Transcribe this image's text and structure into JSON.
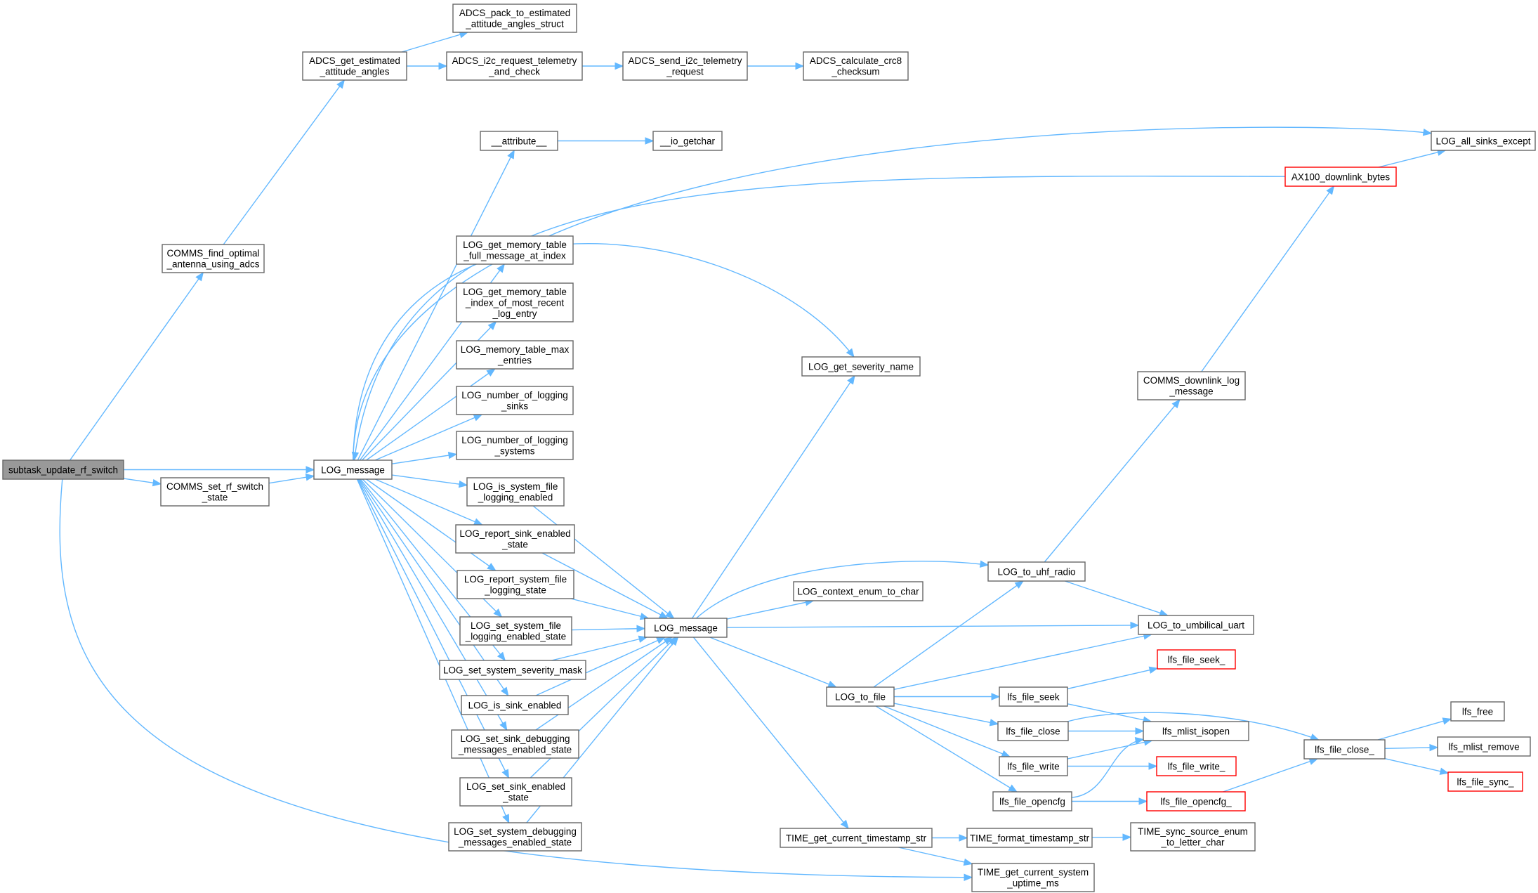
{
  "colors": {
    "edge": "#63b8ff",
    "node_border": "#666666",
    "root_fill": "#999999",
    "truncated_border": "#ff0000"
  },
  "nodes": [
    {
      "id": "n_subtask",
      "label": [
        "subtask_update_rf_switch"
      ],
      "style": "root"
    },
    {
      "id": "n_comms_find",
      "label": [
        "COMMS_find_optimal",
        "_antenna_using_adcs"
      ]
    },
    {
      "id": "n_comms_set",
      "label": [
        "COMMS_set_rf_switch",
        "_state"
      ]
    },
    {
      "id": "n_log_message_1",
      "label": [
        "LOG_message"
      ]
    },
    {
      "id": "n_adcs_get",
      "label": [
        "ADCS_get_estimated",
        "_attitude_angles"
      ]
    },
    {
      "id": "n_adcs_pack",
      "label": [
        "ADCS_pack_to_estimated",
        "_attitude_angles_struct"
      ]
    },
    {
      "id": "n_adcs_i2c",
      "label": [
        "ADCS_i2c_request_telemetry",
        "_and_check"
      ]
    },
    {
      "id": "n_adcs_send",
      "label": [
        "ADCS_send_i2c_telemetry",
        "_request"
      ]
    },
    {
      "id": "n_adcs_crc",
      "label": [
        "ADCS_calculate_crc8",
        "_checksum"
      ]
    },
    {
      "id": "n_attribute",
      "label": [
        "__attribute__"
      ]
    },
    {
      "id": "n_io_getchar",
      "label": [
        "__io_getchar"
      ]
    },
    {
      "id": "n_log_all_sinks",
      "label": [
        "LOG_all_sinks_except"
      ]
    },
    {
      "id": "n_ax100",
      "label": [
        "AX100_downlink_bytes"
      ],
      "style": "trunc"
    },
    {
      "id": "n_get_mem_full",
      "label": [
        "LOG_get_memory_table",
        "_full_message_at_index"
      ]
    },
    {
      "id": "n_get_mem_index",
      "label": [
        "LOG_get_memory_table",
        "_index_of_most_recent",
        "_log_entry"
      ]
    },
    {
      "id": "n_mem_max",
      "label": [
        "LOG_memory_table_max",
        "_entries"
      ]
    },
    {
      "id": "n_num_sinks",
      "label": [
        "LOG_number_of_logging",
        "_sinks"
      ]
    },
    {
      "id": "n_num_systems",
      "label": [
        "LOG_number_of_logging",
        "_systems"
      ]
    },
    {
      "id": "n_sys_file_en",
      "label": [
        "LOG_is_system_file",
        "_logging_enabled"
      ]
    },
    {
      "id": "n_report_sink",
      "label": [
        "LOG_report_sink_enabled",
        "_state"
      ]
    },
    {
      "id": "n_report_sys",
      "label": [
        "LOG_report_system_file",
        "_logging_state"
      ]
    },
    {
      "id": "n_set_sys_file",
      "label": [
        "LOG_set_system_file",
        "_logging_enabled_state"
      ]
    },
    {
      "id": "n_set_sev_mask",
      "label": [
        "LOG_set_system_severity_mask"
      ]
    },
    {
      "id": "n_is_sink_en",
      "label": [
        "LOG_is_sink_enabled"
      ]
    },
    {
      "id": "n_set_sink_dbg",
      "label": [
        "LOG_set_sink_debugging",
        "_messages_enabled_state"
      ]
    },
    {
      "id": "n_set_sink_en",
      "label": [
        "LOG_set_sink_enabled",
        "_state"
      ]
    },
    {
      "id": "n_set_sys_dbg",
      "label": [
        "LOG_set_system_debugging",
        "_messages_enabled_state"
      ]
    },
    {
      "id": "n_log_message_2",
      "label": [
        "LOG_message"
      ]
    },
    {
      "id": "n_sev_name",
      "label": [
        "LOG_get_severity_name"
      ]
    },
    {
      "id": "n_ctx_enum",
      "label": [
        "LOG_context_enum_to_char"
      ]
    },
    {
      "id": "n_to_file",
      "label": [
        "LOG_to_file"
      ]
    },
    {
      "id": "n_time_ts",
      "label": [
        "TIME_get_current_timestamp_str"
      ]
    },
    {
      "id": "n_to_uhf",
      "label": [
        "LOG_to_uhf_radio"
      ]
    },
    {
      "id": "n_to_umb",
      "label": [
        "LOG_to_umbilical_uart"
      ]
    },
    {
      "id": "n_comms_dl",
      "label": [
        "COMMS_downlink_log",
        "_message"
      ]
    },
    {
      "id": "n_lfs_seek",
      "label": [
        "lfs_file_seek"
      ]
    },
    {
      "id": "n_lfs_close",
      "label": [
        "lfs_file_close"
      ]
    },
    {
      "id": "n_lfs_write",
      "label": [
        "lfs_file_write"
      ]
    },
    {
      "id": "n_lfs_opencfg",
      "label": [
        "lfs_file_opencfg"
      ]
    },
    {
      "id": "n_lfs_seek_",
      "label": [
        "lfs_file_seek_"
      ],
      "style": "trunc"
    },
    {
      "id": "n_lfs_mlist",
      "label": [
        "lfs_mlist_isopen"
      ]
    },
    {
      "id": "n_lfs_write_",
      "label": [
        "lfs_file_write_"
      ],
      "style": "trunc"
    },
    {
      "id": "n_lfs_opencfg_",
      "label": [
        "lfs_file_opencfg_"
      ],
      "style": "trunc"
    },
    {
      "id": "n_lfs_close_",
      "label": [
        "lfs_file_close_"
      ]
    },
    {
      "id": "n_lfs_free",
      "label": [
        "lfs_free"
      ]
    },
    {
      "id": "n_lfs_mlist_rm",
      "label": [
        "lfs_mlist_remove"
      ]
    },
    {
      "id": "n_lfs_sync",
      "label": [
        "lfs_file_sync_"
      ],
      "style": "trunc"
    },
    {
      "id": "n_time_fmt",
      "label": [
        "TIME_format_timestamp_str"
      ]
    },
    {
      "id": "n_time_sync",
      "label": [
        "TIME_sync_source_enum",
        "_to_letter_char"
      ]
    },
    {
      "id": "n_time_uptime",
      "label": [
        "TIME_get_current_system",
        "_uptime_ms"
      ]
    }
  ]
}
